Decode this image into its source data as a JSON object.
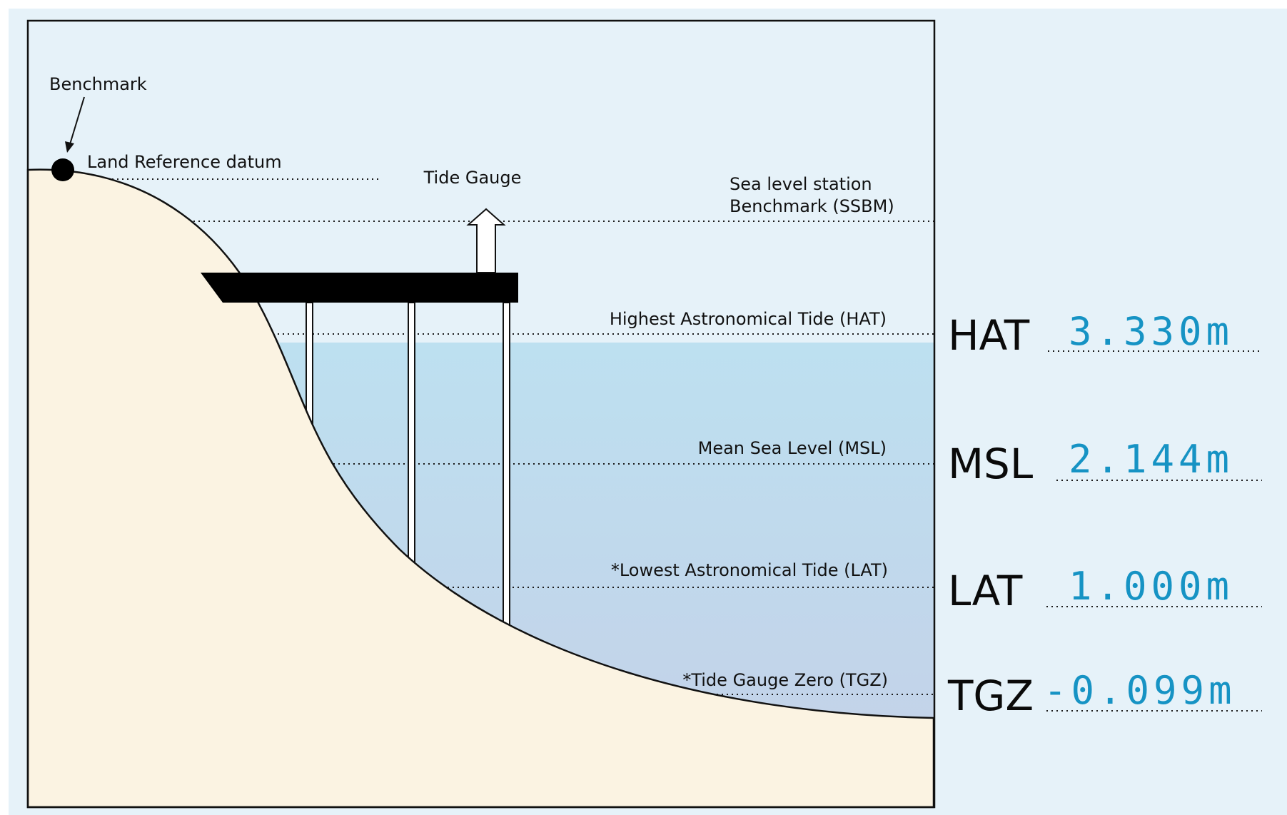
{
  "labels": {
    "benchmark": "Benchmark",
    "land_reference_datum": "Land Reference datum",
    "tide_gauge": "Tide Gauge",
    "ssbm_line1": "Sea level station",
    "ssbm_line2": "Benchmark (SSBM)",
    "hat_full": "Highest Astronomical Tide (HAT)",
    "msl_full": "Mean Sea Level (MSL)",
    "lat_full": "*Lowest Astronomical Tide (LAT)",
    "tgz_full": "*Tide Gauge Zero (TGZ)"
  },
  "levels": [
    {
      "code": "HAT",
      "value": "3.330m"
    },
    {
      "code": "MSL",
      "value": "2.144m"
    },
    {
      "code": "LAT",
      "value": "1.000m"
    },
    {
      "code": "TGZ",
      "value": "-0.099m"
    }
  ],
  "colors": {
    "background": "#e6f2f9",
    "land": "#fbf3e2",
    "water_top": "#bde0f0",
    "water_bottom": "#c3d6ea",
    "value_text": "#1693c4"
  }
}
